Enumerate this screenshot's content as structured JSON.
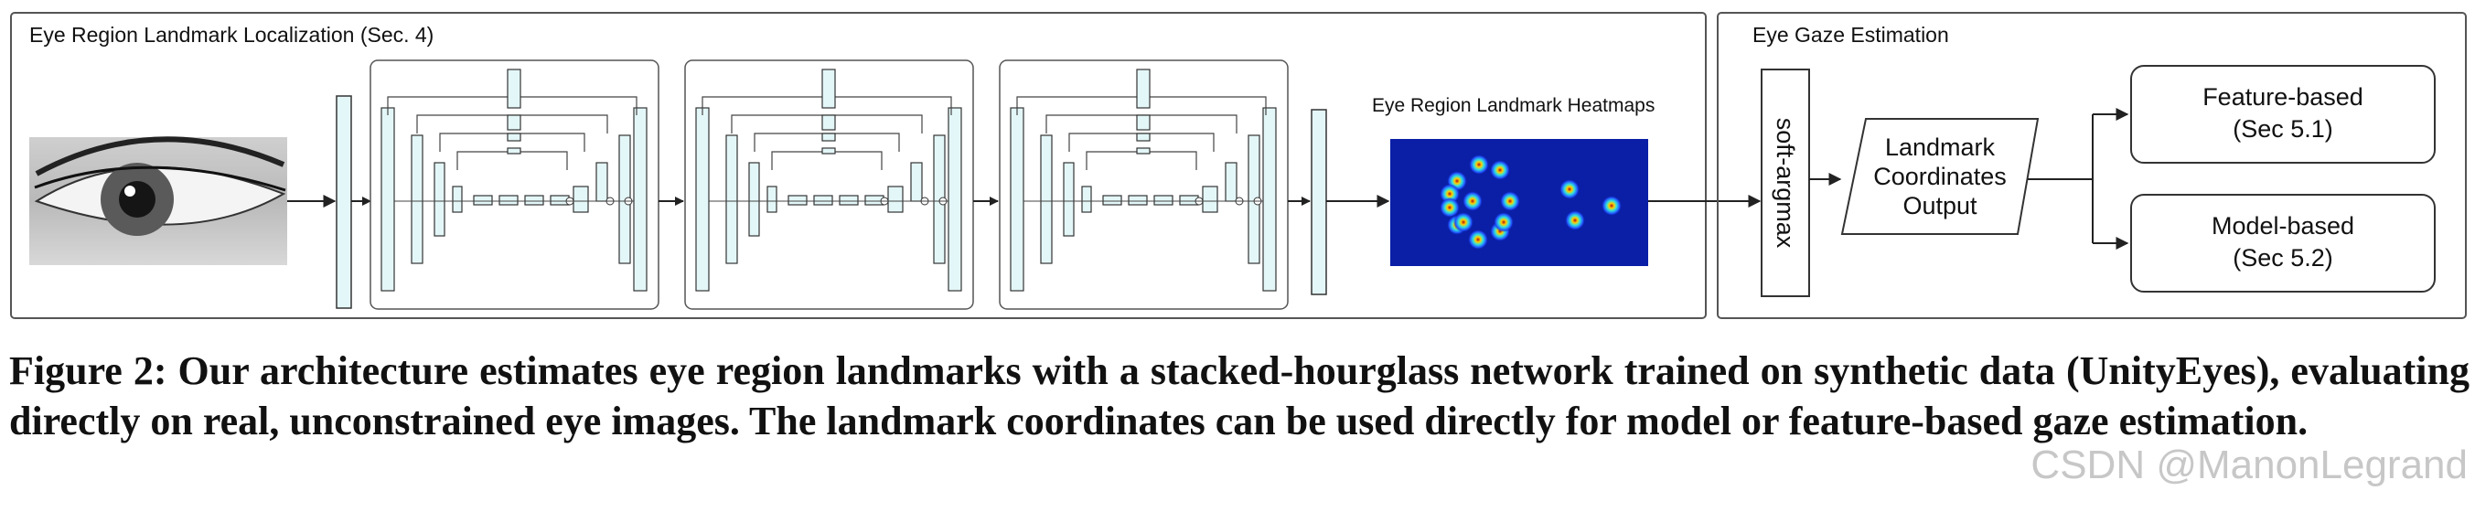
{
  "left_panel": {
    "title": "Eye Region Landmark Localization (Sec. 4)"
  },
  "heatmap": {
    "label": "Eye Region Landmark Heatmaps",
    "background": "#0a1fa6"
  },
  "right_panel": {
    "title": "Eye Gaze Estimation"
  },
  "softargmax": {
    "label": "soft-argmax"
  },
  "output": {
    "line1": "Landmark",
    "line2": "Coordinates",
    "line3": "Output"
  },
  "feature_based": {
    "line1": "Feature-based",
    "line2": "(Sec 5.1)"
  },
  "model_based": {
    "line1": "Model-based",
    "line2": "(Sec 5.2)"
  },
  "caption": "Figure 2: Our architecture estimates eye region landmarks with a stacked-hourglass network trained on synthetic data (UnityEyes), evaluating directly on real, unconstrained eye images. The landmark coordinates can be used directly for model or feature-based gaze estimation.",
  "watermark": "CSDN @ManonLegrand",
  "colors": {
    "layer_fill": "#e4f7f8",
    "stroke": "#333333"
  },
  "icons": [
    "eye-photo",
    "sum-node-icon",
    "arrow-icon"
  ]
}
